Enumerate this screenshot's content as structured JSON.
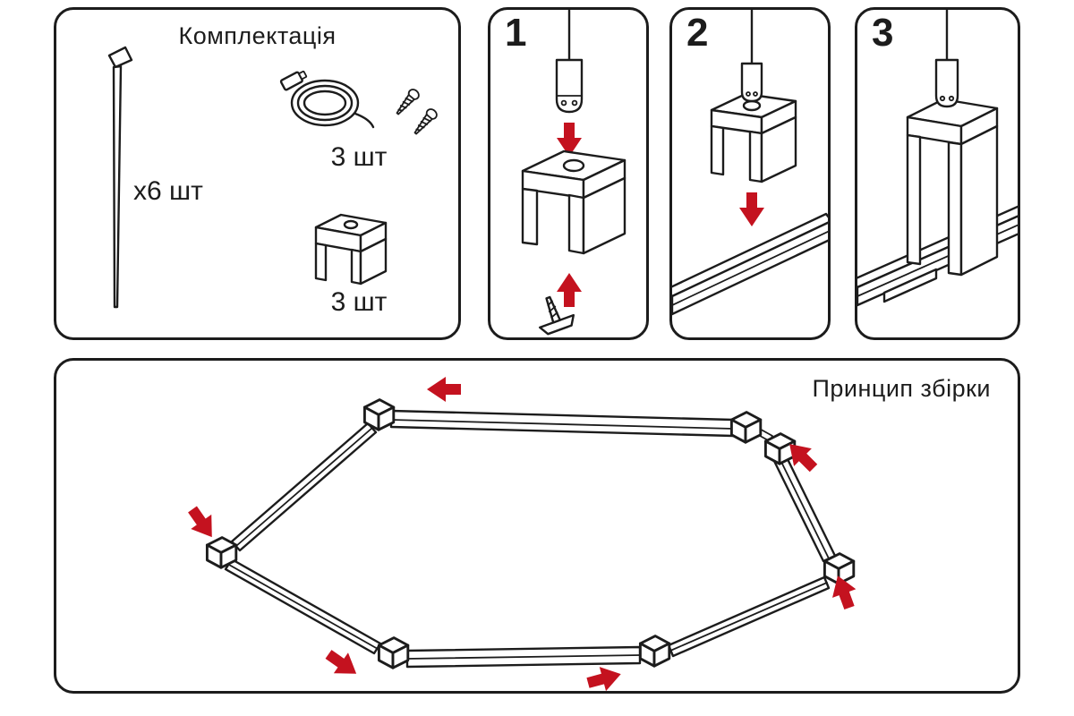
{
  "colors": {
    "accent_red": "#c4121f",
    "line": "#1c1c1c",
    "background": "#ffffff"
  },
  "kit_panel": {
    "title": "Комплектація",
    "items": [
      {
        "id": "suspension-rod",
        "qty_label": "х6 шт"
      },
      {
        "id": "power-cable-with-screws",
        "qty_label": "3 шт"
      },
      {
        "id": "mounting-bracket",
        "qty_label": "3 шт"
      }
    ]
  },
  "steps": [
    {
      "number": "1"
    },
    {
      "number": "2"
    },
    {
      "number": "3"
    }
  ],
  "assembly_panel": {
    "title": "Принцип збірки"
  }
}
